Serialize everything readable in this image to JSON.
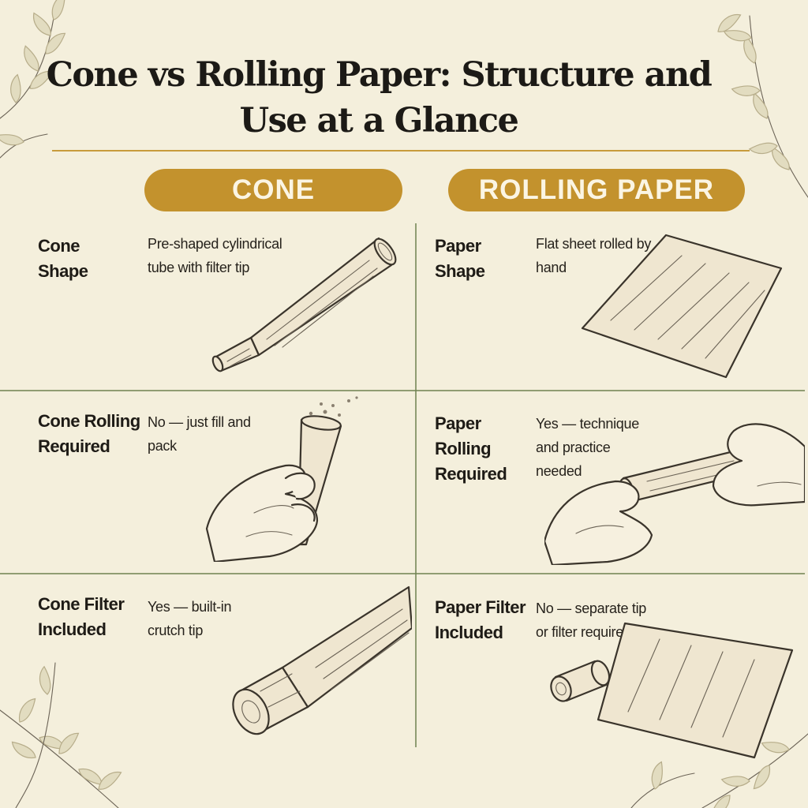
{
  "title": "Cone vs Rolling Paper: Structure and Use at a Glance",
  "columns": {
    "cone": "CONE",
    "paper": "ROLLING PAPER"
  },
  "rows": {
    "cone_shape": {
      "label": "Cone Shape",
      "desc": "Pre-shaped cylindrical tube with filter tip"
    },
    "paper_shape": {
      "label": "Paper Shape",
      "desc": "Flat sheet rolled by hand"
    },
    "cone_rolling": {
      "label": "Cone Rolling Required",
      "desc": "No — just fill and pack"
    },
    "paper_rolling": {
      "label": "Paper Rolling Required",
      "desc": "Yes — technique and practice needed"
    },
    "cone_filter": {
      "label": "Cone Filter Included",
      "desc": "Yes — built-in crutch tip"
    },
    "paper_filter": {
      "label": "Paper Filter Included",
      "desc": "No — separate tip or filter required"
    }
  },
  "icons": {
    "decor": "leaf-sprig-icon",
    "cone_shape": "cone-icon",
    "paper_shape": "paper-sheet-icon",
    "cone_rolling": "hand-holding-cone-icon",
    "paper_rolling": "hands-rolling-paper-icon",
    "cone_filter": "cone-filter-tip-icon",
    "paper_filter": "filter-tip-and-paper-icon"
  },
  "colors": {
    "background": "#f4efdc",
    "accent": "#c3922d",
    "divider": "#6f8150",
    "text": "#1f1c17"
  }
}
